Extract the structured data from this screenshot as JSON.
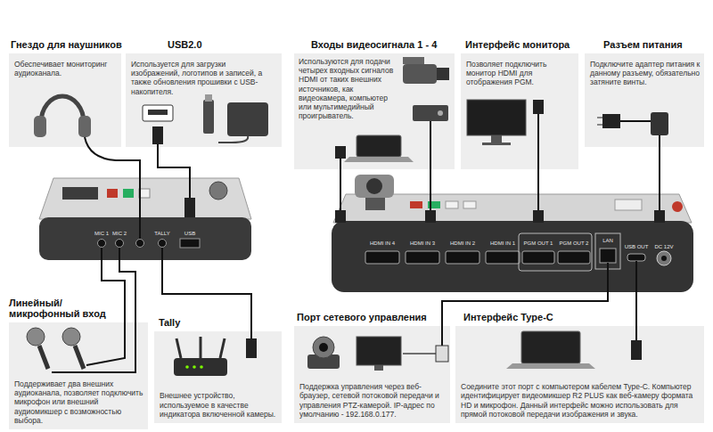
{
  "diagram": {
    "nodes": [
      {
        "text": [
          "Гнездо для наушников",
          "Обеспечивает мониторинг аудиоканала."
        ]
      },
      {
        "text": [
          "USB2.0",
          "Используется для загрузки изображений, логотипов и записей, а также обновления прошивки с USB-накопителя."
        ]
      },
      {
        "text": [
          "Входы видеосигнала 1 - 4",
          "Используются для подачи четырех входных сигналов HDMI от таких внешних источников, как видеокамера, компьютер или мультимедийный проигрыватель."
        ]
      },
      {
        "text": [
          "Интерфейс монитора",
          "Позволяет подключить монитор HDMI для отображения PGM."
        ]
      },
      {
        "text": [
          "Разъем питания",
          "Подключите адаптер питания к данному разъему, обязательно затяните винты."
        ]
      },
      {
        "text": [
          "Линейный/ микрофонный вход",
          "Поддерживает два внешних аудиоканала, позволяет подключить микрофон или внешний аудиомикшер с возможностью выбора."
        ]
      },
      {
        "text": [
          "Tally",
          "Внешнее устройство, используемое в качестве индикатора включенной камеры."
        ]
      },
      {
        "text": [
          "Порт сетевого управления",
          "Поддержка управления через веб-браузер, сетевой потоковой передачи и управления PTZ-камерой. IP-адрес по умолчанию - 192.168.0.177."
        ]
      },
      {
        "text": [
          "Интерфейс Type-C",
          "Соедините этот порт с компьютером кабелем Type-C. Компьютер идентифицирует видеомикшер R2 PLUS как веб-камеру формата HD и микрофон. Данный интерфейс можно использовать для прямой потоковой передачи изображения и звука."
        ]
      }
    ],
    "labels": [
      "MIC 1",
      "MIC 2",
      "TALLY",
      "USB",
      "HDMI IN 4",
      "HDMI IN 3",
      "HDMI IN 2",
      "HDMI IN 1",
      "PGM OUT 1",
      "PGM OUT 2",
      "LAN",
      "USB OUT",
      "DC 12V"
    ]
  }
}
